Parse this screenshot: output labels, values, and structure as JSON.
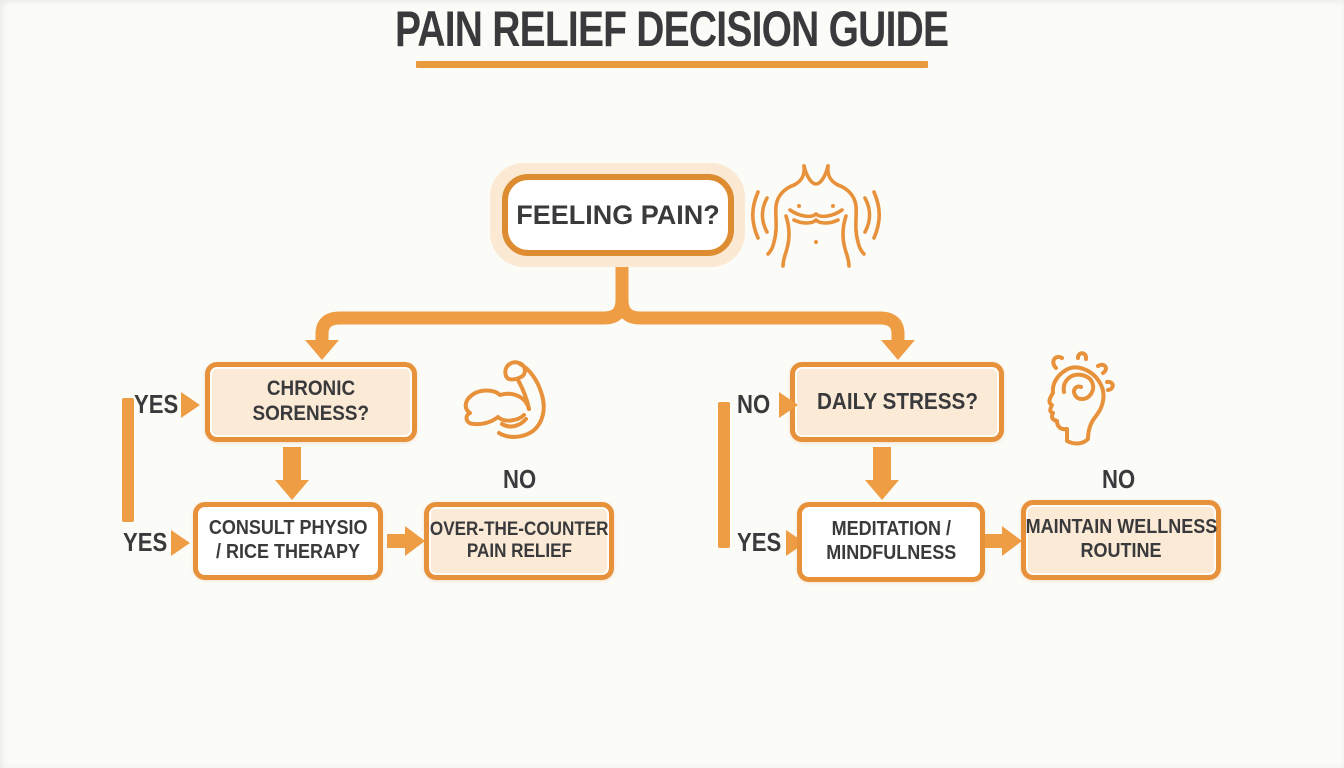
{
  "title": {
    "text": "PAIN RELIEF DECISION GUIDE"
  },
  "colors": {
    "accent_orange": "#E8913B",
    "arrow_orange": "#EF9D44",
    "peach_fill": "#FAEAD6",
    "glow_fill": "#FBE9D3",
    "text_dark": "#3A3A3C",
    "background": "#FBFBF8"
  },
  "flow": {
    "root": {
      "label": "FEELING PAIN?",
      "icon": "body-pain-icon"
    },
    "left": {
      "question": {
        "lines": [
          "CHRONIC",
          "SORENESS?"
        ],
        "icon": "muscle-icon"
      },
      "edge_top_label": "YES",
      "edge_bottom_label": "YES",
      "action": {
        "lines": [
          "CONSULT PHYSIO",
          "/ RICE THERAPY"
        ]
      },
      "alt_edge_label": "NO",
      "alt": {
        "lines": [
          "OVER-THE-COUNTER",
          "PAIN RELIEF"
        ]
      }
    },
    "right": {
      "question": {
        "lines": [
          "DAILY STRESS?"
        ],
        "icon": "mind-icon"
      },
      "edge_top_label": "NO",
      "edge_bottom_label": "YES",
      "action": {
        "lines": [
          "MEDITATION /",
          "MINDFULNESS"
        ]
      },
      "alt_edge_label": "NO",
      "alt": {
        "lines": [
          "MAINTAIN WELLNESS",
          "ROUTINE"
        ]
      }
    }
  }
}
